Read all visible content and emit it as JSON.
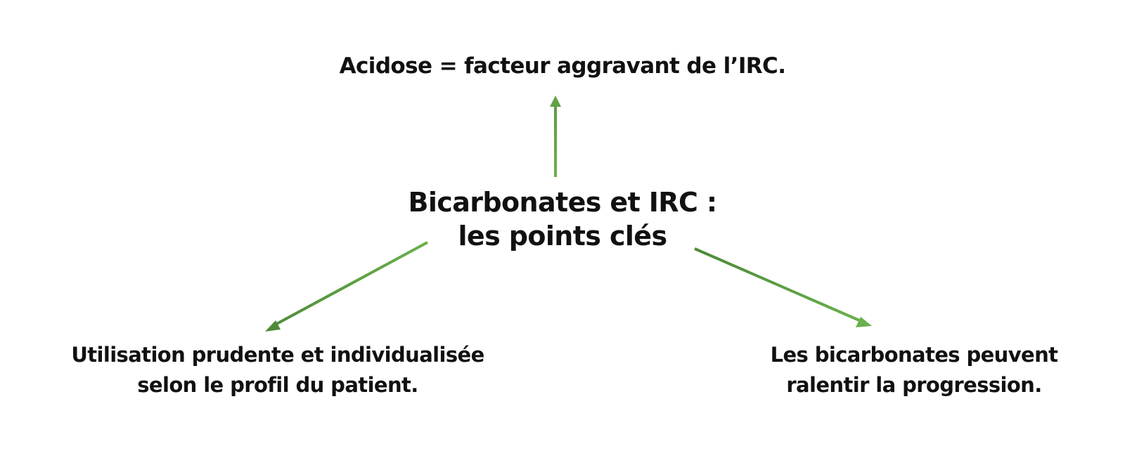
{
  "diagram": {
    "center": {
      "line1": "Bicarbonates et IRC :",
      "line2": "les points clés"
    },
    "top": {
      "text": "Acidose = facteur aggravant de l’IRC."
    },
    "left": {
      "line1": "Utilisation prudente et individualisée",
      "line2": "selon le profil du patient."
    },
    "right": {
      "line1": "Les bicarbonates peuvent",
      "line2": "ralentir la progression."
    },
    "colors": {
      "arrow_light": "#6ab04c",
      "arrow_dark": "#4e8a38",
      "text": "#111111"
    }
  }
}
